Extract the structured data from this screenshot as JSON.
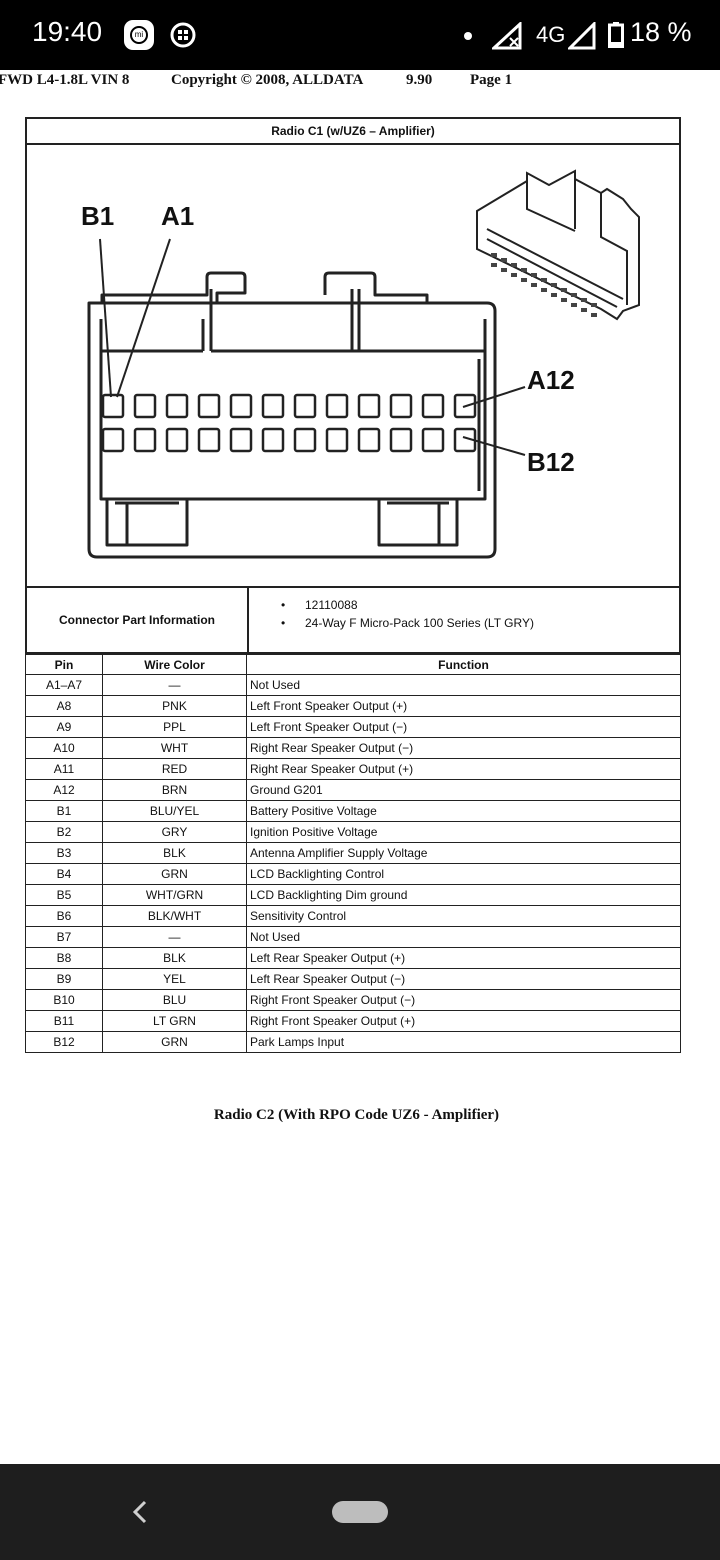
{
  "status_bar": {
    "time": "19:40",
    "network": "4G",
    "battery": "18 %"
  },
  "doc_header": {
    "model": "FWD L4-1.8L VIN 8",
    "copyright": "Copyright © 2008, ALLDATA",
    "version": "9.90",
    "page": "Page 1"
  },
  "diagram": {
    "title": "Radio C1 (w/UZ6 – Amplifier)",
    "labels": {
      "b1": "B1",
      "a1": "A1",
      "a12": "A12",
      "b12": "B12"
    }
  },
  "connector_info": {
    "heading": "Connector Part Information",
    "items": [
      "12110088",
      "24-Way F Micro-Pack 100 Series (LT GRY)"
    ]
  },
  "table": {
    "headers": [
      "Pin",
      "Wire Color",
      "Function"
    ],
    "rows": [
      [
        "A1–A7",
        "—",
        "Not Used"
      ],
      [
        "A8",
        "PNK",
        "Left Front Speaker Output (+)"
      ],
      [
        "A9",
        "PPL",
        "Left Front Speaker Output (−)"
      ],
      [
        "A10",
        "WHT",
        "Right Rear Speaker Output (−)"
      ],
      [
        "A11",
        "RED",
        "Right Rear Speaker Output (+)"
      ],
      [
        "A12",
        "BRN",
        "Ground G201"
      ],
      [
        "B1",
        "BLU/YEL",
        "Battery Positive Voltage"
      ],
      [
        "B2",
        "GRY",
        "Ignition Positive Voltage"
      ],
      [
        "B3",
        "BLK",
        "Antenna Amplifier Supply Voltage"
      ],
      [
        "B4",
        "GRN",
        "LCD Backlighting Control"
      ],
      [
        "B5",
        "WHT/GRN",
        "LCD Backlighting Dim ground"
      ],
      [
        "B6",
        "BLK/WHT",
        "Sensitivity Control"
      ],
      [
        "B7",
        "—",
        "Not Used"
      ],
      [
        "B8",
        "BLK",
        "Left Rear Speaker Output (+)"
      ],
      [
        "B9",
        "YEL",
        "Left Rear Speaker Output (−)"
      ],
      [
        "B10",
        "BLU",
        "Right Front Speaker Output (−)"
      ],
      [
        "B11",
        "LT GRN",
        "Right Front Speaker Output (+)"
      ],
      [
        "B12",
        "GRN",
        "Park Lamps Input"
      ]
    ]
  },
  "caption": "Radio C2 (With RPO Code UZ6 - Amplifier)",
  "colors": {
    "status_bg": "#000000",
    "nav_bg": "#1e1e1e",
    "ink": "#222222"
  }
}
